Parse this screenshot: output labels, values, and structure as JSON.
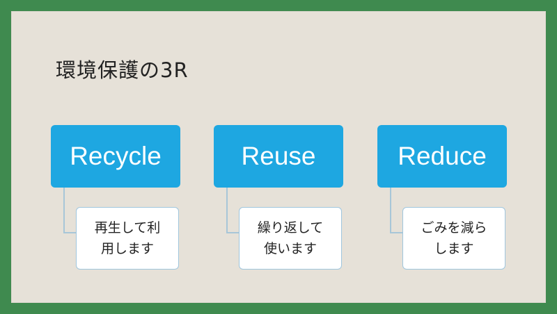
{
  "title": "環境保護の3R",
  "items": [
    {
      "label": "Recycle",
      "desc_line1": "再生して利",
      "desc_line2": "用します"
    },
    {
      "label": "Reuse",
      "desc_line1": "繰り返して",
      "desc_line2": "使います"
    },
    {
      "label": "Reduce",
      "desc_line1": "ごみを減ら",
      "desc_line2": "します"
    }
  ],
  "colors": {
    "frame": "#3f8a4f",
    "slide_background": "#e6e1d8",
    "card": "#1ea7e1",
    "note_border": "#9fc6de"
  }
}
